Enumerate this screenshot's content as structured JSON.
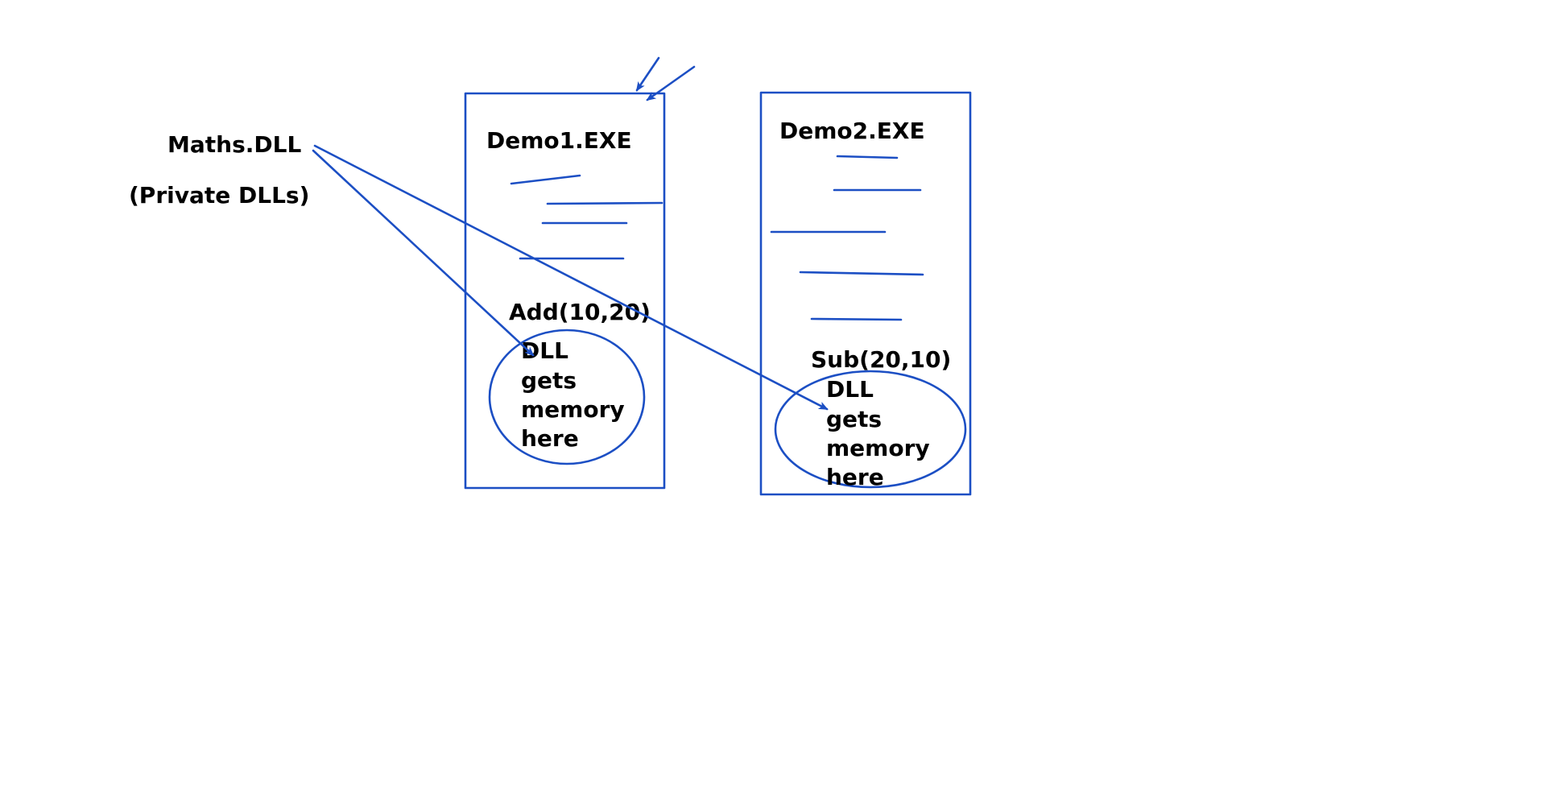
{
  "colors": {
    "ink": "#1c4fc4",
    "text": "#000000",
    "background": "#ffffff"
  },
  "labels": {
    "maths_dll": "Maths.DLL",
    "private_dlls": "(Private DLLs)",
    "demo1_title": "Demo1.EXE",
    "demo2_title": "Demo2.EXE",
    "add_call": "Add(10,20)",
    "sub_call": "Sub(20,10)"
  },
  "demo1_memory_note": [
    "DLL",
    "gets",
    "memory",
    "here"
  ],
  "demo2_memory_note": [
    "DLL",
    "gets",
    "memory",
    "here"
  ]
}
